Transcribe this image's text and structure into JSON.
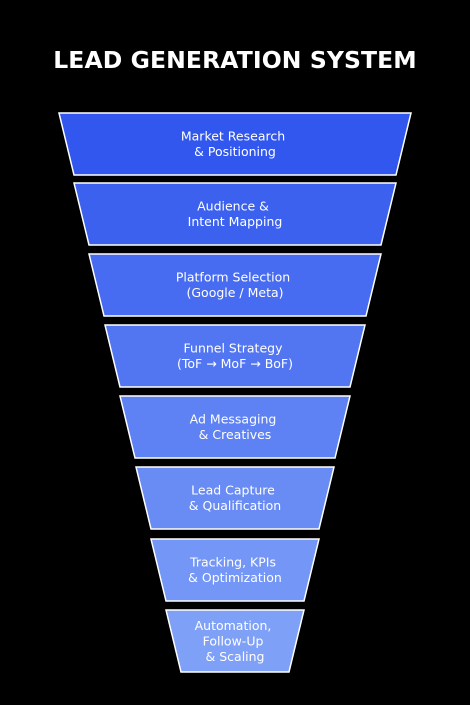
{
  "title": "LEAD GENERATION SYSTEM",
  "colors": {
    "background": "#000000",
    "stage_top": "#3157ee",
    "stage_bottom": "#7fa0f7",
    "stage_edge": "#ffffff"
  },
  "stages": [
    {
      "lines": [
        "Market Research",
        "& Positioning"
      ]
    },
    {
      "lines": [
        "Audience &",
        "Intent Mapping"
      ]
    },
    {
      "lines": [
        "Platform Selection",
        "(Google / Meta)"
      ]
    },
    {
      "lines": [
        "Funnel Strategy",
        "(ToF → MoF → BoF)"
      ]
    },
    {
      "lines": [
        "Ad Messaging",
        "& Creatives"
      ]
    },
    {
      "lines": [
        "Lead Capture",
        "& Qualification"
      ]
    },
    {
      "lines": [
        "Tracking, KPIs",
        "& Optimization"
      ]
    },
    {
      "lines": [
        "Automation,",
        "Follow-Up",
        "& Scaling"
      ]
    }
  ]
}
